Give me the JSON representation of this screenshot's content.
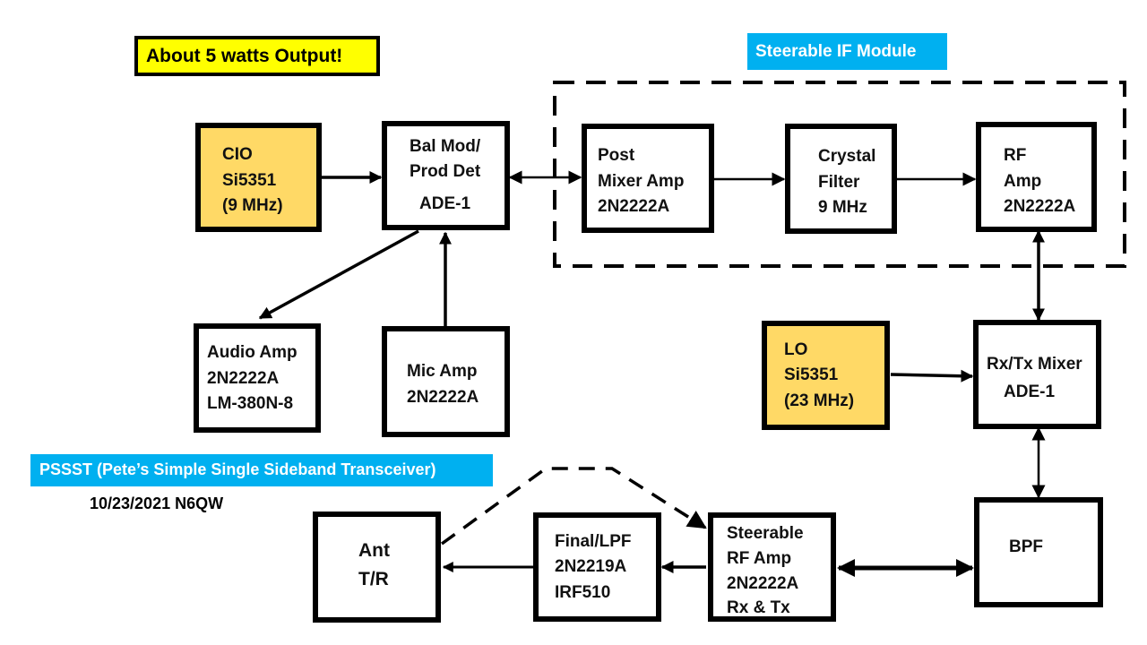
{
  "notes": {
    "power_callout": "About 5 watts Output!",
    "if_module_label": "Steerable IF Module",
    "project_title": "PSSST (Pete’s Simple Single Sideband Transceiver)",
    "date_callsign": "10/23/2021 N6QW"
  },
  "colors": {
    "oscillator_fill": "#ffd966",
    "callout_fill": "#ffff00",
    "tag_fill": "#00b0f0",
    "tag_text": "#ffffff",
    "line": "#000000"
  },
  "blocks": {
    "cio": {
      "lines": [
        "CIO",
        "Si5351",
        "(9 MHz)"
      ]
    },
    "bal_mod": {
      "lines": [
        "Bal Mod/",
        "Prod Det",
        "ADE-1"
      ]
    },
    "post_mixer_amp": {
      "lines": [
        "Post",
        "Mixer Amp",
        "2N2222A"
      ]
    },
    "crystal_filter": {
      "lines": [
        "Crystal",
        "Filter",
        "9 MHz"
      ]
    },
    "rf_amp_if": {
      "lines": [
        "RF",
        "Amp",
        "2N2222A"
      ]
    },
    "audio_amp": {
      "lines": [
        "Audio Amp",
        "2N2222A",
        "LM-380N-8"
      ]
    },
    "mic_amp": {
      "lines": [
        "Mic Amp",
        "2N2222A"
      ]
    },
    "lo": {
      "lines": [
        "LO",
        "Si5351",
        "(23 MHz)"
      ]
    },
    "rx_tx_mixer": {
      "lines": [
        "Rx/Tx Mixer",
        "ADE-1"
      ]
    },
    "ant_tr": {
      "lines": [
        "Ant",
        "T/R"
      ]
    },
    "final_lpf": {
      "lines": [
        "Final/LPF",
        "2N2219A",
        "IRF510"
      ]
    },
    "steerable_rf_amp": {
      "lines": [
        "Steerable",
        "RF Amp",
        "2N2222A",
        "Rx & Tx"
      ]
    },
    "bpf": {
      "lines": [
        "BPF"
      ]
    }
  },
  "connections": [
    {
      "from": "cio",
      "to": "bal_mod",
      "direction": "forward"
    },
    {
      "from": "bal_mod",
      "to": "post_mixer_amp",
      "direction": "bidirectional"
    },
    {
      "from": "post_mixer_amp",
      "to": "crystal_filter",
      "direction": "forward"
    },
    {
      "from": "crystal_filter",
      "to": "rf_amp_if",
      "direction": "forward"
    },
    {
      "from": "rf_amp_if",
      "to": "rx_tx_mixer",
      "direction": "bidirectional"
    },
    {
      "from": "bal_mod",
      "to": "audio_amp",
      "direction": "forward"
    },
    {
      "from": "mic_amp",
      "to": "bal_mod",
      "direction": "forward"
    },
    {
      "from": "lo",
      "to": "rx_tx_mixer",
      "direction": "forward"
    },
    {
      "from": "rx_tx_mixer",
      "to": "bpf",
      "direction": "bidirectional"
    },
    {
      "from": "bpf",
      "to": "steerable_rf_amp",
      "direction": "bidirectional"
    },
    {
      "from": "steerable_rf_amp",
      "to": "final_lpf",
      "direction": "forward"
    },
    {
      "from": "final_lpf",
      "to": "ant_tr",
      "direction": "forward"
    },
    {
      "from": "ant_tr",
      "to": "steerable_rf_amp",
      "direction": "forward",
      "style": "dashed"
    }
  ]
}
